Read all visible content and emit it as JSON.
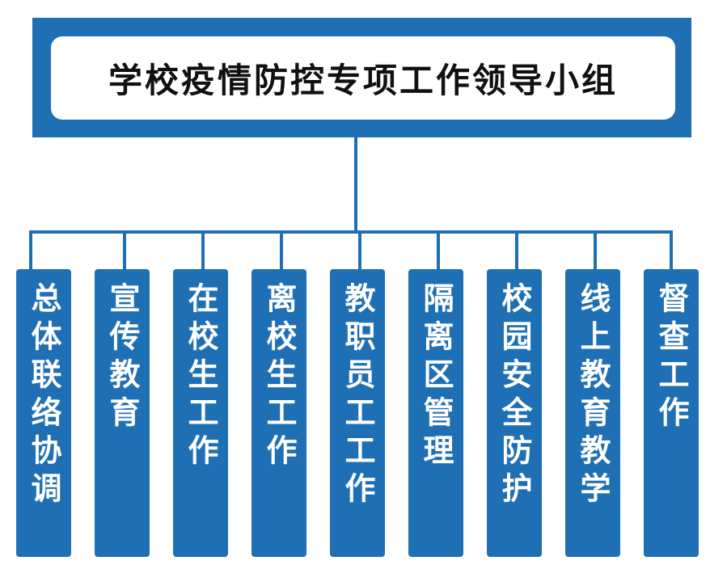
{
  "title": "学校疫情防控专项工作领导小组",
  "groups": [
    "总体联络协调",
    "宣传教育",
    "在校生工作",
    "离校生工作",
    "教职员工工作",
    "隔离区管理",
    "校园安全防护",
    "线上教育教学",
    "督查工作"
  ],
  "colors": {
    "primary": "#1f6fb5"
  }
}
